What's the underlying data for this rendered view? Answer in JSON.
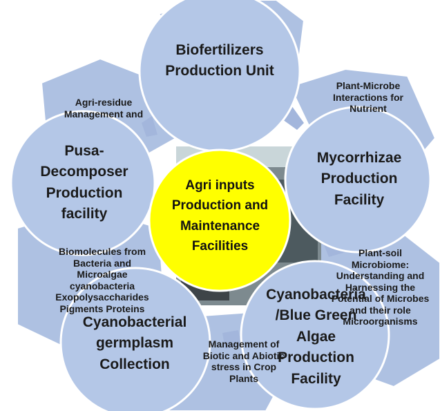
{
  "center": {
    "label": "Agri inputs Production and Maintenance Facilities"
  },
  "circles": [
    {
      "label": "Biofertilizers Production Unit"
    },
    {
      "label": "Mycorrhizae Production Facility"
    },
    {
      "label": "Cyanobacteria /Blue Green Algae Production Facility"
    },
    {
      "label": "Cyanobacterial germplasm Collection"
    },
    {
      "label": "Pusa-Decomposer Production facility"
    }
  ],
  "hexagons": [
    {
      "label": "Plant-Microbe Interactions for Nutrient"
    },
    {
      "label": "Plant-soil Microbiome: Understanding and Harnessing the Potential of Microbes and their role Microorganisms"
    },
    {
      "label": "Management of Biotic and Abiotic stress in Crop Plants"
    },
    {
      "label": "Biomolecules from Bacteria and Microalgae cyanobacteria Exopolysaccharides Pigments Proteins"
    },
    {
      "label": "Agri-residue Management and"
    }
  ],
  "colors": {
    "circle_fill": "#b4c7e7",
    "circle_stroke": "#ffffff",
    "hex_fill": "#aec1e2",
    "center_fill": "#ffff00",
    "arrow_fill": "#a3b6dc"
  }
}
